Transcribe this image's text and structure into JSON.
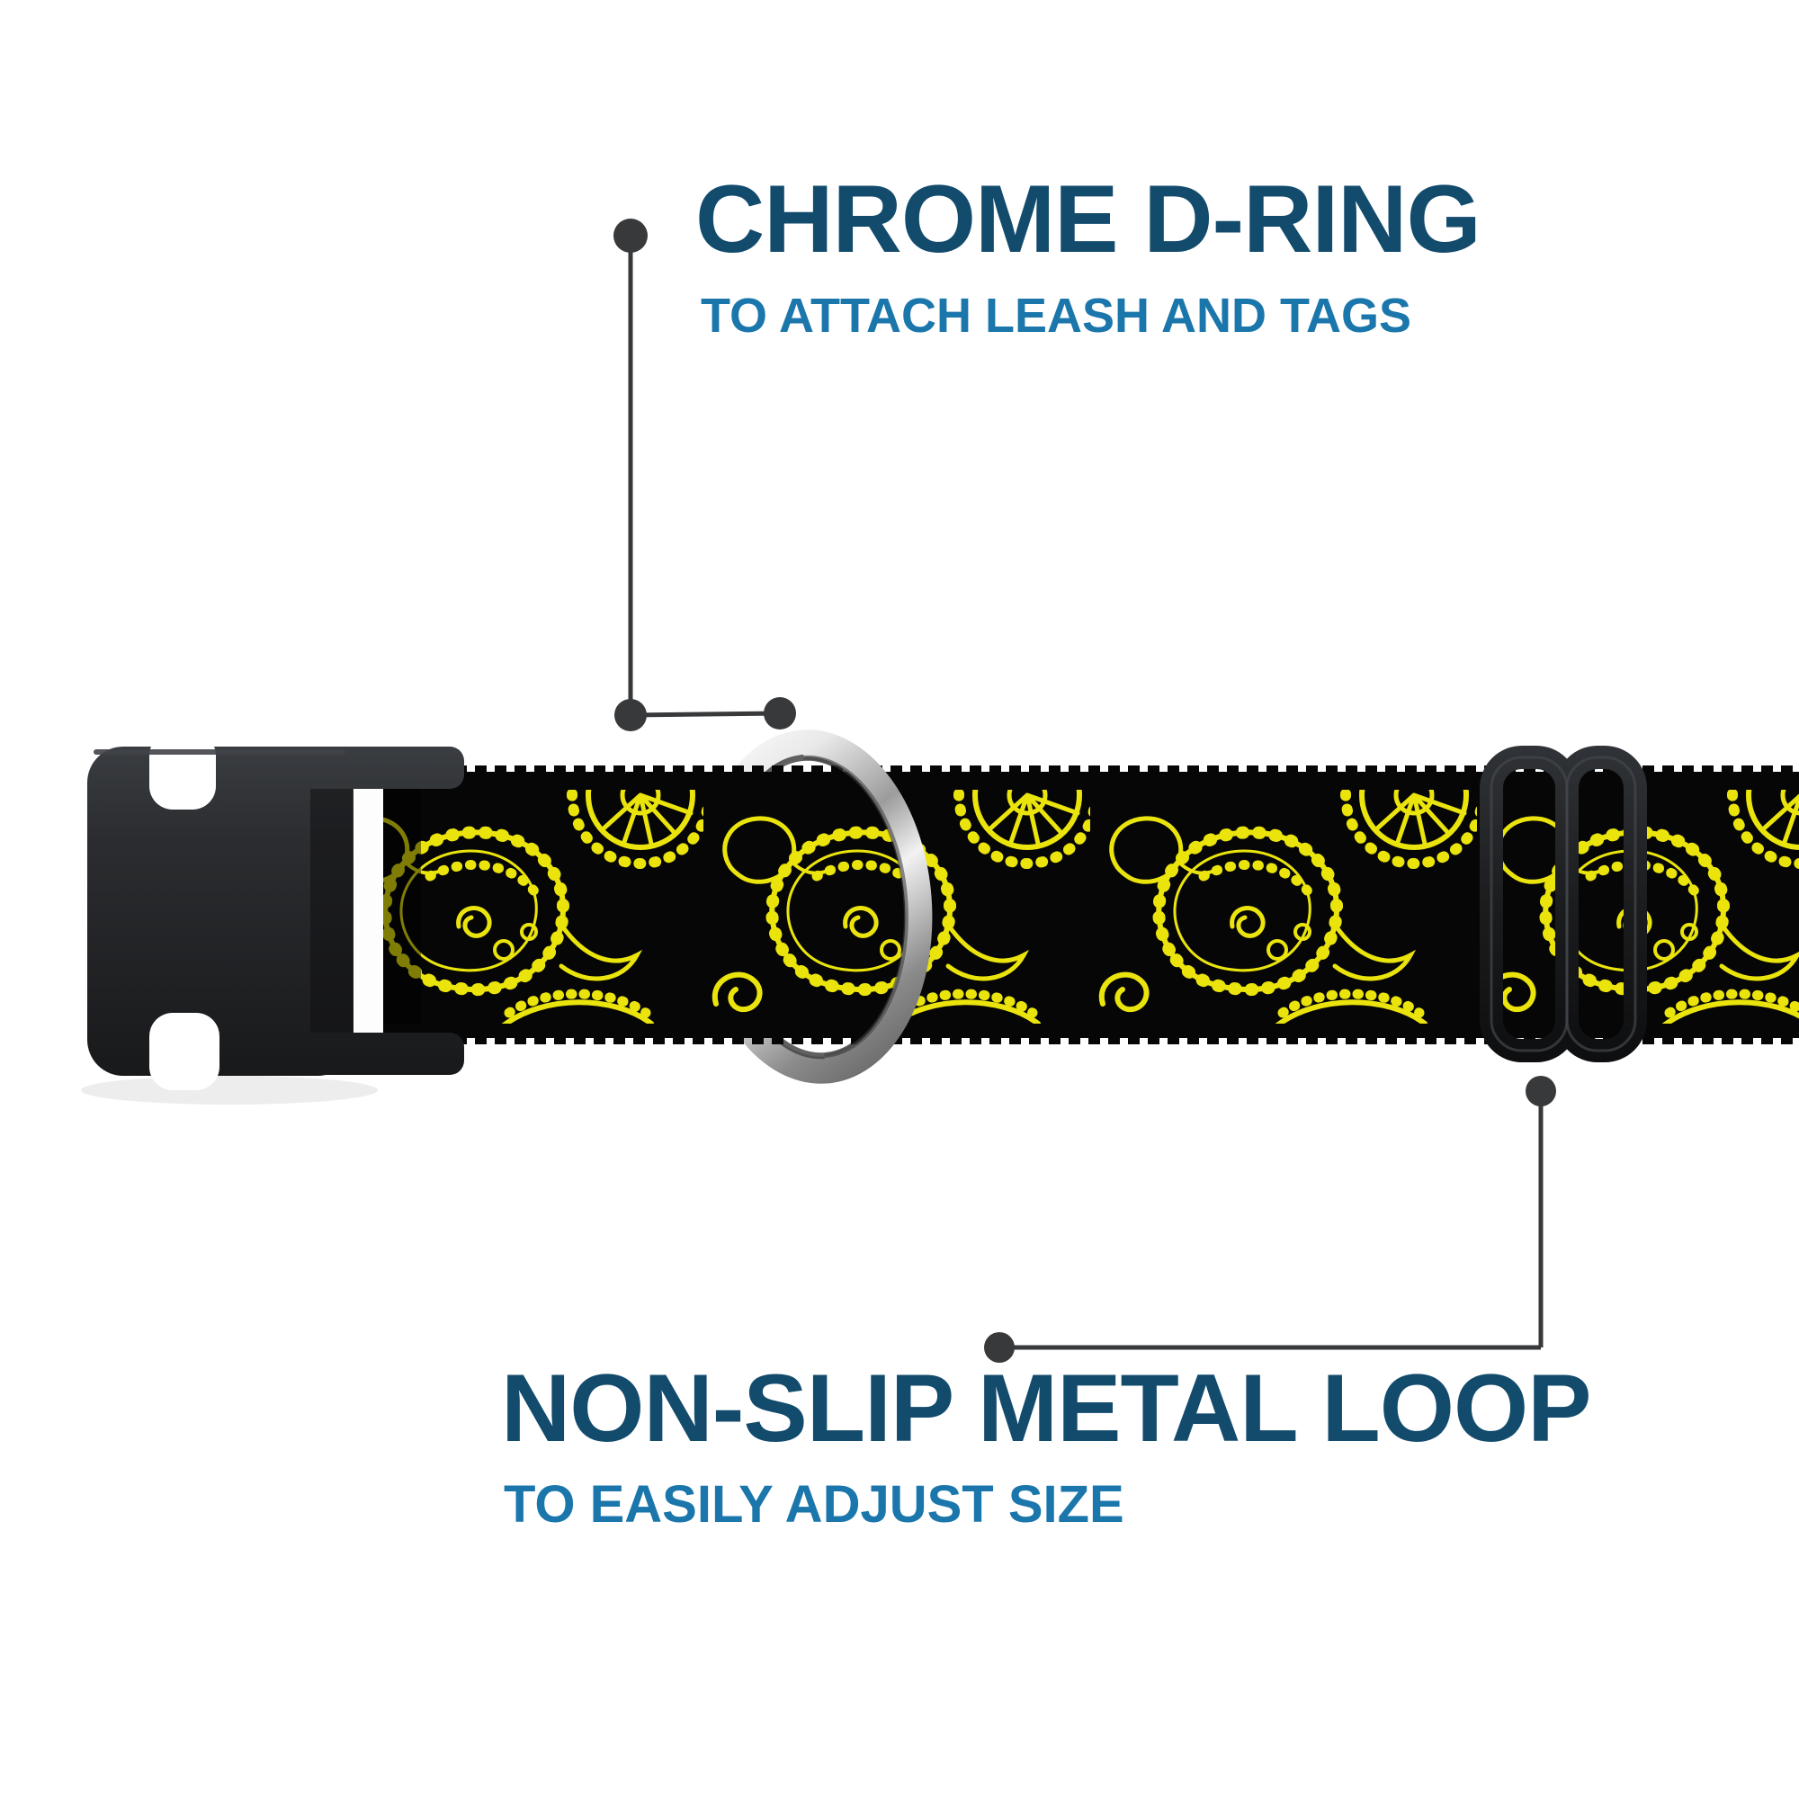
{
  "page": {
    "background_color": "#ffffff",
    "description": "dog collar product feature diagram"
  },
  "callouts": {
    "chrome_d_ring": {
      "title": "CHROME D-RING",
      "subtitle": "TO ATTACH LEASH AND TAGS"
    },
    "metal_loop": {
      "title": "NON-SLIP METAL LOOP",
      "subtitle": "TO EASILY ADJUST SIZE"
    }
  },
  "colors": {
    "title": "#134b6d",
    "subtitle": "#1a76ab",
    "leader": "#37393b",
    "webbing_black": "#060606",
    "paisley_yellow": "#eae40c",
    "buckle_black": "#26282b",
    "chrome_light": "#f7f7f7",
    "chrome_dark": "#5a5a5a",
    "background": "#ffffff"
  },
  "parts": {
    "buckle": "side-release-buckle",
    "webbing": "paisley-print-webbing",
    "d_ring": "chrome-d-ring",
    "slider": "adjuster-loop"
  }
}
